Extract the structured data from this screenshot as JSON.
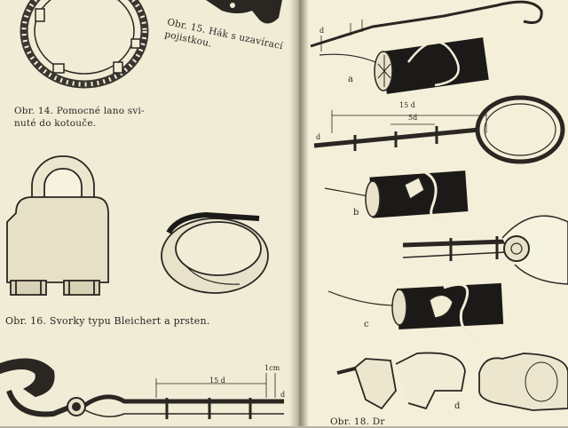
{
  "captions": {
    "fig14_line1": "Obr. 14. Pomocné lano svi-",
    "fig14_line2": "nuté do kotouče.",
    "fig15_line1": "Obr. 15. Hák s uzavírací",
    "fig15_line2": "pojistkou.",
    "fig16": "Obr. 16. Svorky typu Bleichert a prsten.",
    "fig18": "Obr. 18. Dr"
  },
  "dimensions": {
    "top_d": "d",
    "ring_15d": "15 d",
    "ring_5d": "5d",
    "ring_d": "d",
    "hook_15d": "15 d",
    "hook_1cm": "1cm",
    "hook_d": "d"
  },
  "sub_labels": {
    "a": "a",
    "b": "b",
    "c": "c",
    "d": "d"
  },
  "colors": {
    "page": "#f1ecd6",
    "ink": "#2a2622",
    "block": "#1c1a18"
  }
}
